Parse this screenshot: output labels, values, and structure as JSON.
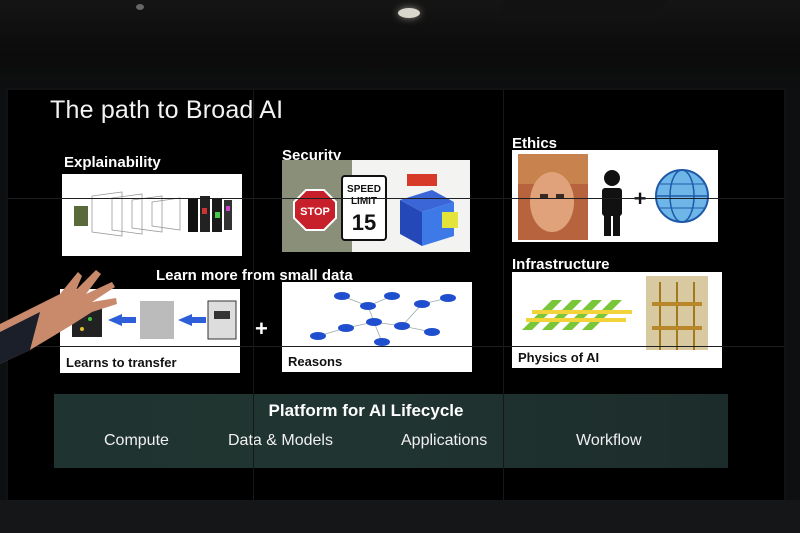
{
  "slide": {
    "title": "The path to Broad AI",
    "sections": {
      "explainability": "Explainability",
      "security": "Security",
      "ethics": "Ethics",
      "learn_small_data": "Learn more from small data",
      "infrastructure": "Infrastructure"
    },
    "captions": {
      "transfer": "Learns to transfer",
      "reasons": "Reasons",
      "physics": "Physics of AI"
    },
    "stop_sign": "STOP",
    "speed_sign": {
      "line1": "SPEED",
      "line2": "LIMIT",
      "number": "15"
    },
    "operators": {
      "plus": "+"
    },
    "platform": {
      "title": "Platform for AI Lifecycle",
      "items": [
        "Compute",
        "Data & Models",
        "Applications",
        "Workflow"
      ]
    }
  },
  "colors": {
    "screen_bg": "#000000",
    "panel_bg": "#ffffff",
    "platform_bg": "#1f3330",
    "transfer_arrow": "#2f5fd8",
    "graph_node": "#1f4fcf",
    "infra_green": "#7ac639",
    "infra_yellow": "#f3d33a",
    "stop_red": "#c8202a"
  },
  "icons": [
    "hand-icon",
    "person-icon",
    "globe-icon",
    "stop-sign-icon",
    "speed-limit-sign-icon",
    "cube-icon",
    "arrow-icon"
  ]
}
